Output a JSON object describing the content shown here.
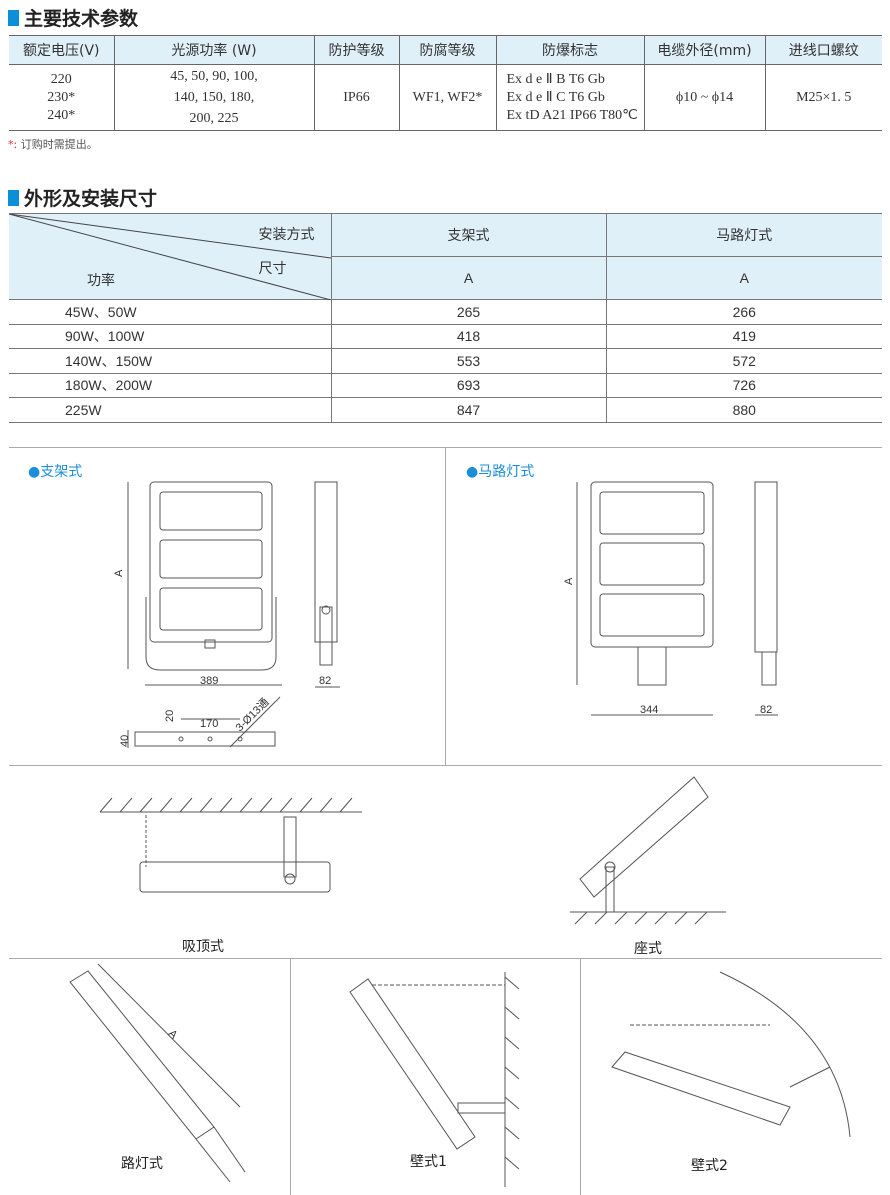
{
  "section1": {
    "title": "主要技术参数",
    "headers": [
      "额定电压(V)",
      "光源功率 (W)",
      "防护等级",
      "防腐等级",
      "防爆标志",
      "电缆外径(mm)",
      "进线口螺纹"
    ],
    "voltage": [
      "220",
      "230*",
      "240*"
    ],
    "power": [
      "45, 50, 90, 100,",
      "140, 150, 180,",
      "200, 225"
    ],
    "protection": "IP66",
    "anticorrosion": "WF1, WF2*",
    "explosion": [
      "Ex d e Ⅱ B T6 Gb",
      "Ex d e Ⅱ C T6 Gb",
      "Ex tD A21 IP66 T80℃"
    ],
    "cable": "ϕ10 ~ ϕ14",
    "thread": "M25×1. 5",
    "note_star": "*:",
    "note": "订购时需提出。"
  },
  "section2": {
    "title": "外形及安装尺寸",
    "diag_top": "安装方式",
    "diag_mid": "尺寸",
    "diag_bottom": "功率",
    "columns": [
      "支架式",
      "马路灯式"
    ],
    "sub": [
      "A",
      "A"
    ],
    "rows": [
      {
        "power": "45W、50W",
        "a1": "265",
        "a2": "266"
      },
      {
        "power": "90W、100W",
        "a1": "418",
        "a2": "419"
      },
      {
        "power": "140W、150W",
        "a1": "553",
        "a2": "572"
      },
      {
        "power": "180W、200W",
        "a1": "693",
        "a2": "726"
      },
      {
        "power": "225W",
        "a1": "847",
        "a2": "880"
      }
    ]
  },
  "drawings": {
    "bracket_label": "●支架式",
    "road_label": "●马路灯式",
    "dim_a": "A",
    "w389": "389",
    "d82": "82",
    "w344": "344",
    "b20": "20",
    "b170": "170",
    "b40": "40",
    "holes": "3-Ø13通",
    "ceiling": "吸顶式",
    "seat": "座式",
    "street": "路灯式",
    "wall1": "壁式1",
    "wall2": "壁式2"
  }
}
